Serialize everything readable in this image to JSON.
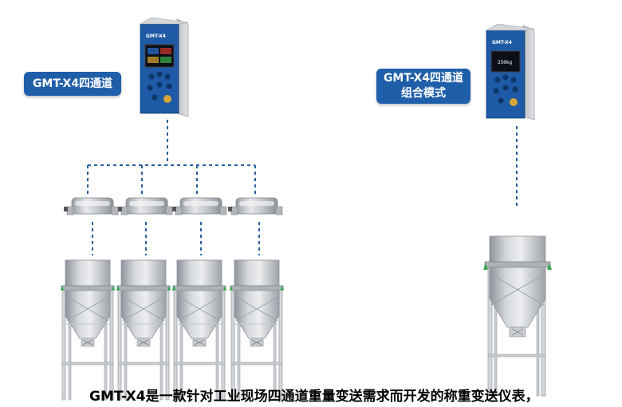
{
  "labels": {
    "left": "GMT-X4四通道",
    "right_line1": "GMT-X4四通道",
    "right_line2": "组合模式"
  },
  "device": {
    "brand": "GMT-X4",
    "screen_right": "250kg"
  },
  "caption": "GMT-X4是一款针对工业现场四通道重量变送需求而开发的称重变送仪表，",
  "colors": {
    "label_bg": "#1f5ea8",
    "dotted_line": "#2a5fa0",
    "load_cell_pad": "#2ea84a"
  }
}
